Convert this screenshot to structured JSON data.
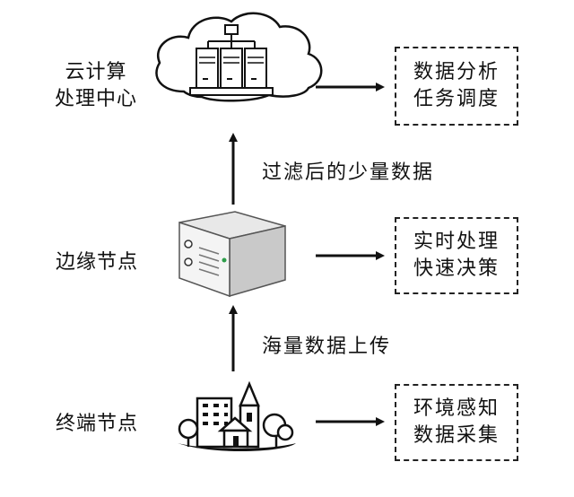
{
  "nodes": {
    "cloud": {
      "label": "云计算\n处理中心",
      "task": "数据分析\n任务调度",
      "icon": "cloud-server-icon"
    },
    "edge": {
      "label": "边缘节点",
      "task": "实时处理\n快速决策",
      "icon": "server-rack-icon"
    },
    "terminal": {
      "label": "终端节点",
      "task": "环境感知\n数据采集",
      "icon": "city-buildings-icon"
    }
  },
  "flows": {
    "edge_to_cloud": "过滤后的少量数据",
    "terminal_to_edge": "海量数据上传"
  }
}
